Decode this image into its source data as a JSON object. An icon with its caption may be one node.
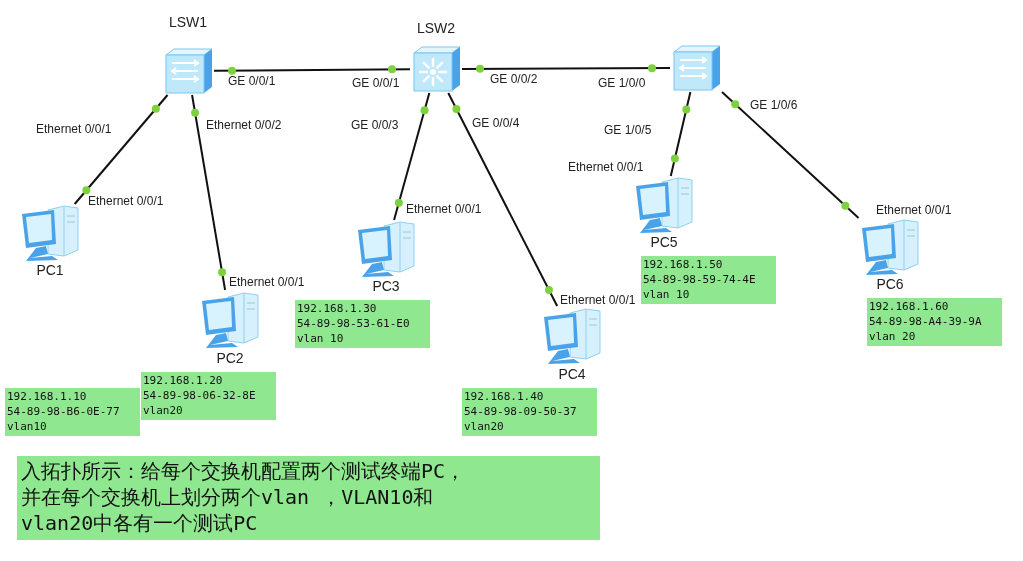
{
  "diagram": {
    "nodes": [
      {
        "text": [
          "LSW1"
        ]
      },
      {
        "text": [
          "LSW2"
        ]
      },
      {
        "text": [],
        "shape": "picture"
      },
      {
        "text": [
          "PC1"
        ]
      },
      {
        "text": [
          "PC2"
        ]
      },
      {
        "text": [
          "PC3"
        ]
      },
      {
        "text": [
          "PC4"
        ]
      },
      {
        "text": [
          "PC5"
        ]
      },
      {
        "text": [
          "PC6"
        ]
      },
      {
        "text": [
          "192.168.1.10",
          "54-89-98-B6-0E-77",
          "vlan10"
        ]
      },
      {
        "text": [
          "192.168.1.20",
          "54-89-98-06-32-8E",
          "vlan20"
        ]
      },
      {
        "text": [
          "192.168.1.30",
          "54-89-98-53-61-E0",
          "vlan 10"
        ]
      },
      {
        "text": [
          "192.168.1.40",
          "54-89-98-09-50-37",
          "vlan20"
        ]
      },
      {
        "text": [
          "192.168.1.50",
          "54-89-98-59-74-4E",
          "vlan 10"
        ]
      },
      {
        "text": [
          "192.168.1.60",
          "54-89-98-A4-39-9A",
          "vlan 20"
        ]
      },
      {
        "text": [
          "入拓扑所示：给每个交换机配置两个测试终端PC，并在每个交换机上划分两个vlan ，VLAN10和vlan20中各有一个测试PC"
        ]
      }
    ],
    "edges": [
      {
        "from": 0,
        "to": 1,
        "arrow": "none"
      },
      {
        "from": 1,
        "to": 2,
        "arrow": "none"
      },
      {
        "from": 0,
        "to": 3,
        "arrow": "none"
      },
      {
        "from": 0,
        "to": 4,
        "arrow": "none"
      },
      {
        "from": 1,
        "to": 5,
        "arrow": "none"
      },
      {
        "from": 1,
        "to": 6,
        "arrow": "none"
      },
      {
        "from": 2,
        "to": 7,
        "arrow": "none"
      },
      {
        "from": 2,
        "to": 8,
        "arrow": "none"
      }
    ],
    "labels": [
      "GE 0/0/1",
      "GE 0/0/1",
      "GE 0/0/2",
      "GE 1/0/0",
      "GE 1/0/6",
      "GE 0/0/3",
      "GE 0/0/4",
      "Ethernet 0/0/1",
      "Ethernet 0/0/2",
      "GE 1/0/5",
      "Ethernet 0/0/1",
      "Ethernet 0/0/1",
      "Ethernet 0/0/1",
      "Ethernet 0/0/1",
      "Ethernet 0/0/1",
      "Ethernet 0/0/1"
    ]
  }
}
